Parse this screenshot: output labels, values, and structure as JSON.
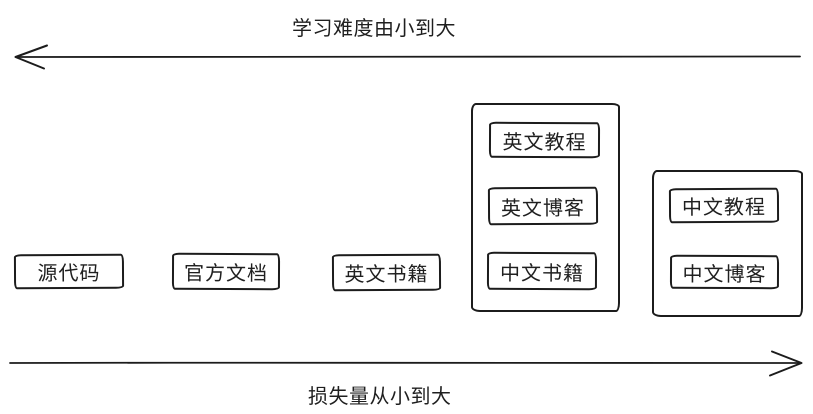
{
  "canvas": {
    "background": "#ffffff",
    "stroke_color": "#1c1c1c",
    "text_color": "#1f1f1f"
  },
  "axes": {
    "difficulty": {
      "label": "学习难度由小到大",
      "direction": "left"
    },
    "loss": {
      "label": "损失量从小到大",
      "direction": "right"
    }
  },
  "standalone_boxes": [
    {
      "label": "源代码"
    },
    {
      "label": "官方文档"
    },
    {
      "label": "英文书籍"
    }
  ],
  "groups": [
    {
      "name": "group-middle",
      "items": [
        {
          "label": "英文教程"
        },
        {
          "label": "英文博客"
        },
        {
          "label": "中文书籍"
        }
      ]
    },
    {
      "name": "group-right",
      "items": [
        {
          "label": "中文教程"
        },
        {
          "label": "中文博客"
        }
      ]
    }
  ]
}
